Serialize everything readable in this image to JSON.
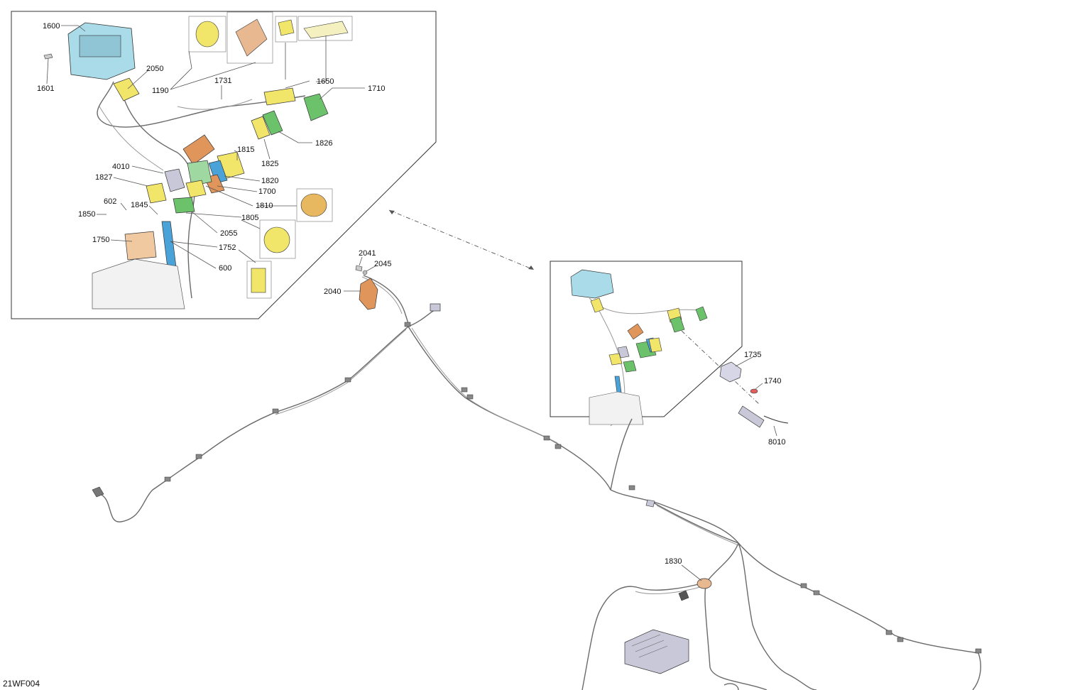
{
  "diagram_code": "21WF004",
  "part_numbers": {
    "p1600": "1600",
    "p1601": "1601",
    "p2050": "2050",
    "p1190": "1190",
    "p1731": "1731",
    "p1650": "1650",
    "p1710": "1710",
    "p1826": "1826",
    "p1825": "1825",
    "p1815": "1815",
    "p4010": "4010",
    "p1827": "1827",
    "p1820": "1820",
    "p1700": "1700",
    "p602": "602",
    "p1845": "1845",
    "p1810": "1810",
    "p1850": "1850",
    "p1805": "1805",
    "p2055": "2055",
    "p1750": "1750",
    "p1752": "1752",
    "p600": "600",
    "p2041": "2041",
    "p2045": "2045",
    "p2040": "2040",
    "p1735": "1735",
    "p1740": "1740",
    "p8010": "8010",
    "p1830": "1830"
  },
  "colors": {
    "display": "#a9dce8",
    "yellow": "#f2e66a",
    "orange": "#e0955a",
    "green": "#6cc26a",
    "blue": "#4aa3d8",
    "peach": "#f0c9a0",
    "grey": "#c8c8d8",
    "red": "#e06060"
  }
}
